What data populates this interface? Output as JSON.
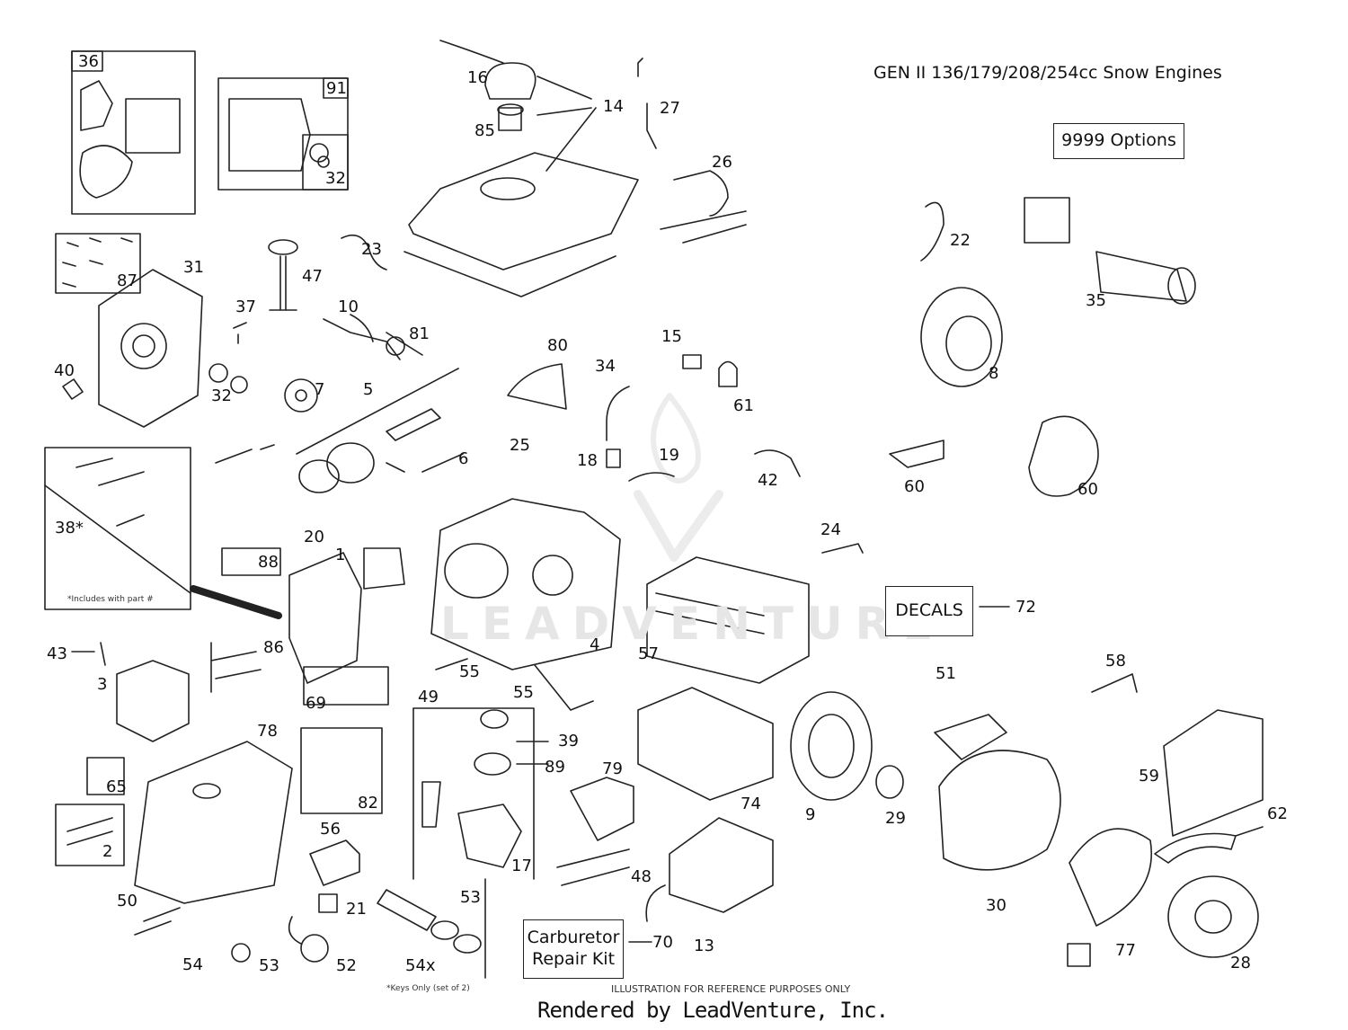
{
  "title": "GEN II 136/179/208/254cc Snow Engines",
  "options_label": "9999 Options",
  "decals_label": "DECALS",
  "carb_kit_label": "Carburetor Repair Kit",
  "includes_note": "*Includes with part #",
  "keys_note": "*Keys Only (set of 2)",
  "illustration_note": "ILLUSTRATION FOR REFERENCE PURPOSES ONLY",
  "footer": "Rendered by LeadVenture, Inc.",
  "watermark": "LEADVENTURE",
  "callouts": {
    "c36": "36",
    "c91": "91",
    "c32a": "32",
    "c87": "87",
    "c31": "31",
    "c47": "47",
    "c23": "23",
    "c37": "37",
    "c10": "10",
    "c81": "81",
    "c40": "40",
    "c32b": "32",
    "c7": "7",
    "c5": "5",
    "c6": "6",
    "c16": "16",
    "c85": "85",
    "c14": "14",
    "c27": "27",
    "c26": "26",
    "c80": "80",
    "c34": "34",
    "c15": "15",
    "c61": "61",
    "c18": "18",
    "c19": "19",
    "c25": "25",
    "c42": "42",
    "c22": "22",
    "c35": "35",
    "c8": "8",
    "c60a": "60",
    "c60b": "60",
    "c38": "38*",
    "c20": "20",
    "c1": "1",
    "c88": "88",
    "c24": "24",
    "c72": "72",
    "c43": "43",
    "c3": "3",
    "c86": "86",
    "c69": "69",
    "c49": "49",
    "c55a": "55",
    "c55b": "55",
    "c4": "4",
    "c57": "57",
    "c51": "51",
    "c58": "58",
    "c78": "78",
    "c39": "39",
    "c89": "89",
    "c79": "79",
    "c74": "74",
    "c9": "9",
    "c29": "29",
    "c59": "59",
    "c65": "65",
    "c82": "82",
    "c2": "2",
    "c50": "50",
    "c56": "56",
    "c17": "17",
    "c48": "48",
    "c62": "62",
    "c30": "30",
    "c21": "21",
    "c53a": "53",
    "c53b": "53",
    "c54a": "54",
    "c52": "52",
    "c54b": "54x",
    "c70": "70",
    "c13": "13",
    "c77": "77",
    "c28": "28"
  },
  "colors": {
    "ink": "#111111",
    "watermark": "#e6e6e6"
  }
}
